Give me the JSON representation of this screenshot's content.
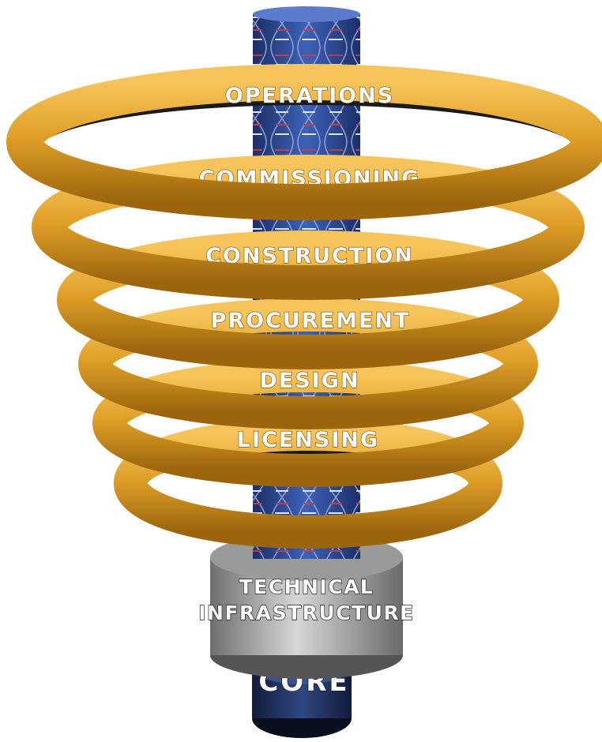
{
  "diagram": {
    "rings": [
      {
        "label": "OPERATIONS"
      },
      {
        "label": "COMMISSIONING"
      },
      {
        "label": "CONSTRUCTION"
      },
      {
        "label": "PROCUREMENT"
      },
      {
        "label": "DESIGN"
      },
      {
        "label": "LICENSING"
      }
    ],
    "infrastructure": {
      "line1": "TECHNICAL",
      "line2": "INFRASTRUCTURE"
    },
    "core": {
      "label": "CORE"
    },
    "colors": {
      "ring": "#e0a028",
      "ring_dark": "#a86e10",
      "column": "#2f4f9e",
      "infrastructure": "#b8b8b8",
      "core": "#24355f"
    }
  }
}
